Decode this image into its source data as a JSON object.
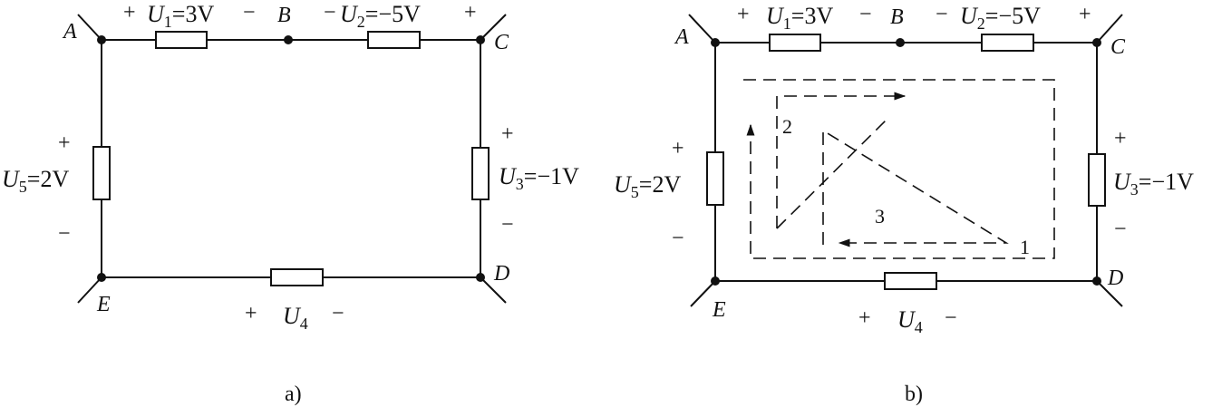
{
  "diagrams": [
    {
      "caption": "a)",
      "nodes": {
        "A": "A",
        "B": "B",
        "C": "C",
        "D": "D",
        "E": "E"
      },
      "elements": {
        "u1": {
          "sym": "U",
          "sub": "1",
          "val": "=3V",
          "plus": "+",
          "minus": "−"
        },
        "u2": {
          "sym": "U",
          "sub": "2",
          "val": "=−5V",
          "plus": "+",
          "minus": "−"
        },
        "u3": {
          "sym": "U",
          "sub": "3",
          "val": "=−1V",
          "plus": "+",
          "minus": "−"
        },
        "u4": {
          "sym": "U",
          "sub": "4",
          "val": "",
          "plus": "+",
          "minus": "−"
        },
        "u5": {
          "sym": "U",
          "sub": "5",
          "val": "=2V",
          "plus": "+",
          "minus": "−"
        }
      }
    },
    {
      "caption": "b)",
      "nodes": {
        "A": "A",
        "B": "B",
        "C": "C",
        "D": "D",
        "E": "E"
      },
      "elements": {
        "u1": {
          "sym": "U",
          "sub": "1",
          "val": "=3V",
          "plus": "+",
          "minus": "−"
        },
        "u2": {
          "sym": "U",
          "sub": "2",
          "val": "=−5V",
          "plus": "+",
          "minus": "−"
        },
        "u3": {
          "sym": "U",
          "sub": "3",
          "val": "=−1V",
          "plus": "+",
          "minus": "−"
        },
        "u4": {
          "sym": "U",
          "sub": "4",
          "val": "",
          "plus": "+",
          "minus": "−"
        },
        "u5": {
          "sym": "U",
          "sub": "5",
          "val": "=2V",
          "plus": "+",
          "minus": "−"
        }
      },
      "loops": [
        "1",
        "2",
        "3"
      ]
    }
  ]
}
